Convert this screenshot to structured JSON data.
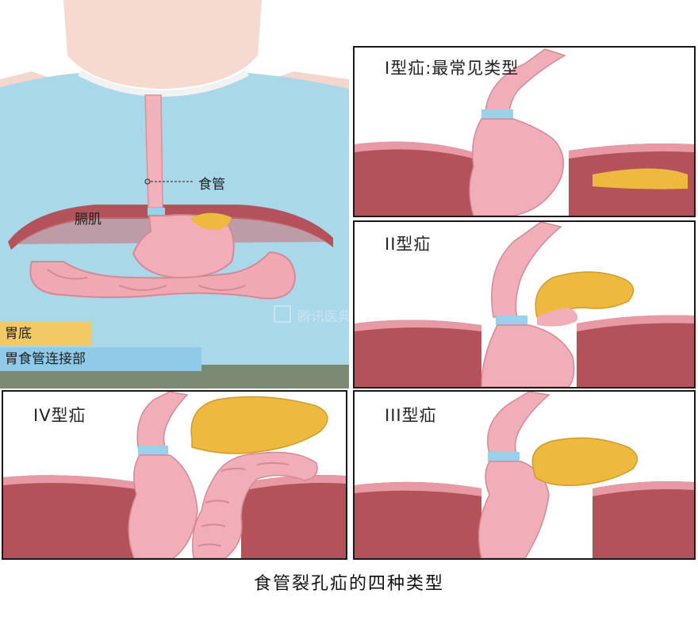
{
  "overview": {
    "esophagus_label": "食管",
    "diaphragm_label": "膈肌",
    "legend": [
      {
        "text": "胃底",
        "color": "#f3c966"
      },
      {
        "text": "胃食管连接部",
        "color": "#8fcbe8"
      }
    ],
    "watermark": "腾讯医典"
  },
  "panels": {
    "type1": {
      "title": "I型疝:最常见类型"
    },
    "type2": {
      "title": "II型疝"
    },
    "type3": {
      "title": "III型疝"
    },
    "type4": {
      "title": "IV型疝"
    }
  },
  "caption": "食管裂孔疝的四种类型",
  "colors": {
    "skin": "#f6d9cf",
    "shirt": "#a6d6e6",
    "organ_pink": "#f1aeb8",
    "diaphragm": "#b8555a",
    "fundus_yellow": "#edb93f",
    "gej_blue": "#9bd0ea"
  }
}
